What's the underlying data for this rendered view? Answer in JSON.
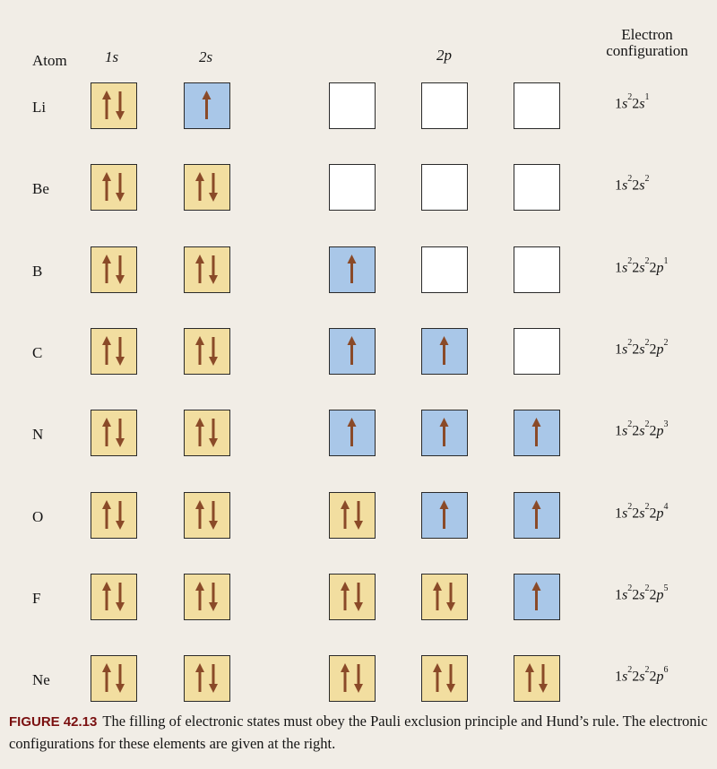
{
  "headers": {
    "atom": "Atom",
    "s1": "1s",
    "s2": "2s",
    "p2": "2p",
    "config_line1": "Electron",
    "config_line2": "configuration"
  },
  "colors": {
    "full_box": "#f2dea0",
    "half_box": "#a9c7e8",
    "empty_box": "#ffffff",
    "arrow": "#8a4a28"
  },
  "rows": [
    {
      "atom": "Li",
      "orbitals": [
        "ud",
        "u",
        "",
        "",
        ""
      ],
      "config": [
        [
          "1s",
          "2"
        ],
        [
          "2s",
          "1"
        ]
      ]
    },
    {
      "atom": "Be",
      "orbitals": [
        "ud",
        "ud",
        "",
        "",
        ""
      ],
      "config": [
        [
          "1s",
          "2"
        ],
        [
          "2s",
          "2"
        ]
      ]
    },
    {
      "atom": "B",
      "orbitals": [
        "ud",
        "ud",
        "u",
        "",
        ""
      ],
      "config": [
        [
          "1s",
          "2"
        ],
        [
          "2s",
          "2"
        ],
        [
          "2p",
          "1"
        ]
      ]
    },
    {
      "atom": "C",
      "orbitals": [
        "ud",
        "ud",
        "u",
        "u",
        ""
      ],
      "config": [
        [
          "1s",
          "2"
        ],
        [
          "2s",
          "2"
        ],
        [
          "2p",
          "2"
        ]
      ]
    },
    {
      "atom": "N",
      "orbitals": [
        "ud",
        "ud",
        "u",
        "u",
        "u"
      ],
      "config": [
        [
          "1s",
          "2"
        ],
        [
          "2s",
          "2"
        ],
        [
          "2p",
          "3"
        ]
      ]
    },
    {
      "atom": "O",
      "orbitals": [
        "ud",
        "ud",
        "ud",
        "u",
        "u"
      ],
      "config": [
        [
          "1s",
          "2"
        ],
        [
          "2s",
          "2"
        ],
        [
          "2p",
          "4"
        ]
      ]
    },
    {
      "atom": "F",
      "orbitals": [
        "ud",
        "ud",
        "ud",
        "ud",
        "u"
      ],
      "config": [
        [
          "1s",
          "2"
        ],
        [
          "2s",
          "2"
        ],
        [
          "2p",
          "5"
        ]
      ]
    },
    {
      "atom": "Ne",
      "orbitals": [
        "ud",
        "ud",
        "ud",
        "ud",
        "ud"
      ],
      "config": [
        [
          "1s",
          "2"
        ],
        [
          "2s",
          "2"
        ],
        [
          "2p",
          "6"
        ]
      ]
    }
  ],
  "caption": {
    "label": "FIGURE 42.13",
    "text": "The filling of electronic states must obey the Pauli exclusion principle and Hund’s rule. The electronic configurations for these elements are given at the right."
  }
}
